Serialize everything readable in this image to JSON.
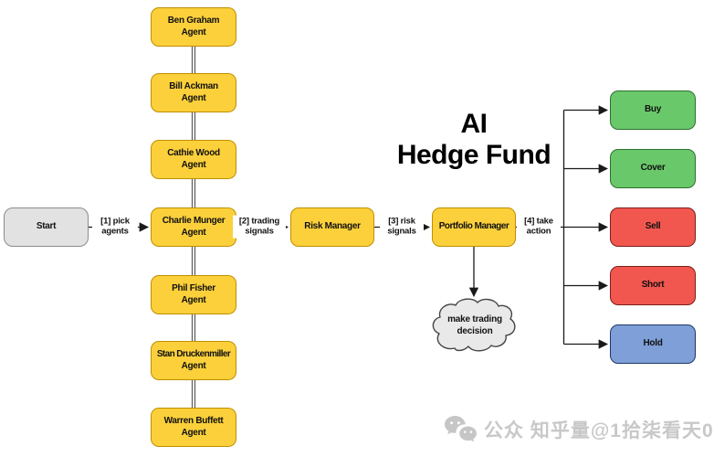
{
  "title": "AI Hedge Fund",
  "nodes": {
    "start": {
      "label": "Start"
    },
    "agents": [
      {
        "line1": "Ben Graham",
        "line2": "Agent"
      },
      {
        "line1": "Bill Ackman",
        "line2": "Agent"
      },
      {
        "line1": "Cathie Wood",
        "line2": "Agent"
      },
      {
        "line1": "Charlie Munger",
        "line2": "Agent"
      },
      {
        "line1": "Phil Fisher",
        "line2": "Agent"
      },
      {
        "line1": "Stan Druckenmiller",
        "line2": "Agent"
      },
      {
        "line1": "Warren Buffett",
        "line2": "Agent"
      }
    ],
    "risk_manager": {
      "label": "Risk Manager"
    },
    "portfolio_manager": {
      "label": "Portfolio Manager"
    },
    "decision_cloud": {
      "label": "make trading decision"
    },
    "actions": [
      {
        "label": "Buy",
        "fill": "#69C86A",
        "border": "#2E7031"
      },
      {
        "label": "Cover",
        "fill": "#69C86A",
        "border": "#2E7031"
      },
      {
        "label": "Sell",
        "fill": "#F2574F",
        "border": "#7A1F1A"
      },
      {
        "label": "Short",
        "fill": "#F2574F",
        "border": "#7A1F1A"
      },
      {
        "label": "Hold",
        "fill": "#7E9FD7",
        "border": "#1F3864"
      }
    ]
  },
  "edges": {
    "pick": {
      "label": "[1] pick agents"
    },
    "trading": {
      "label": "[2] trading signals"
    },
    "risk": {
      "label": "[3] risk signals"
    },
    "take": {
      "label": "[4] take action"
    }
  },
  "colors": {
    "agent_fill": "#FBD03B",
    "agent_border": "#BF8F00",
    "start_fill": "#E2E2E2",
    "start_border": "#8C8C8C",
    "cloud_fill": "#E9E9E9",
    "cloud_border": "#444444",
    "line": "#1a1a1a",
    "watermark_gray": "#c8c8c8"
  },
  "watermark": {
    "icon": "wechat-icon",
    "text": "公众 知乎量@1拾柒看天0"
  }
}
